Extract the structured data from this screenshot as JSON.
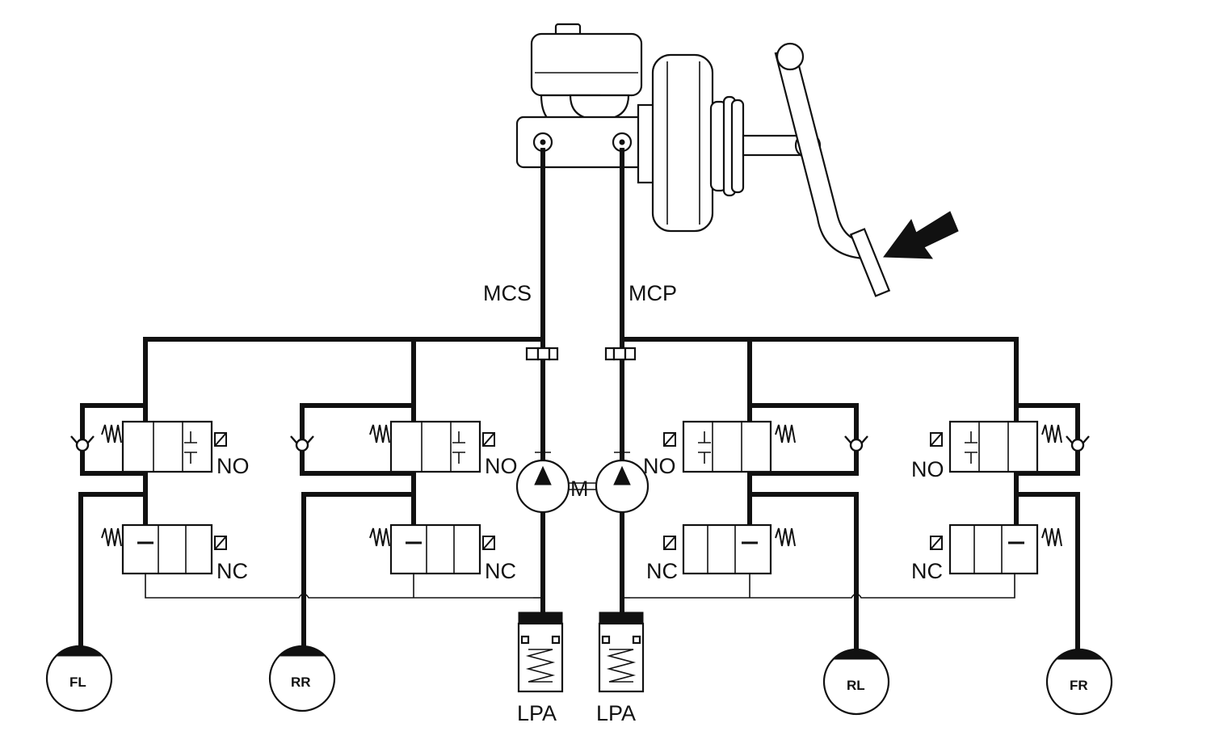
{
  "labels": {
    "mcs": "MCS",
    "mcp": "MCP",
    "motor": "M",
    "valve_no": "NO",
    "valve_nc": "NC",
    "lpa": "LPA"
  },
  "wheels": {
    "fl": "FL",
    "rr": "RR",
    "rl": "RL",
    "fr": "FR"
  }
}
